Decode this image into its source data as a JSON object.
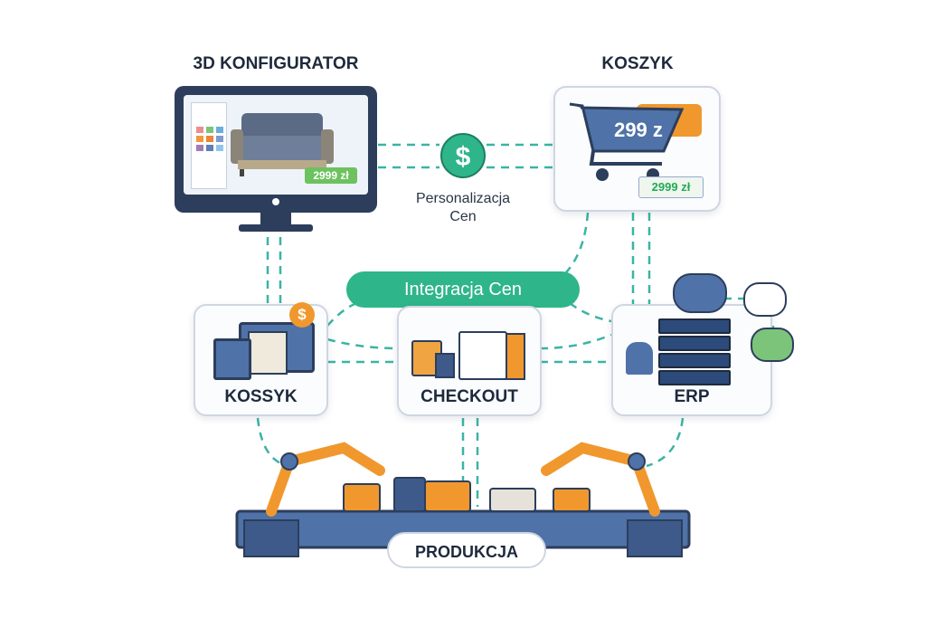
{
  "titles": {
    "configurator": "3D KONFIGURATOR",
    "cart_top": "KOSZYK"
  },
  "configurator": {
    "price_tag": "2999 zł"
  },
  "cart_top": {
    "cart_price": "299 z",
    "price_tag": "2999 zł"
  },
  "personalization": {
    "icon_symbol": "$",
    "label_line1": "Personalizacja",
    "label_line2": "Cen"
  },
  "integration": {
    "label": "Integracja Cen"
  },
  "cards": [
    {
      "label": "KOSSYK",
      "badge_symbol": "$"
    },
    {
      "label": "CHECKOUT"
    },
    {
      "label": "ERP"
    }
  ],
  "production": {
    "label": "PRODUKCJA"
  },
  "colors": {
    "teal": "#2fb58a",
    "dash": "#3bb3a6",
    "navy": "#2c3e5c",
    "orange": "#f0982e",
    "blue": "#4f72a8"
  }
}
